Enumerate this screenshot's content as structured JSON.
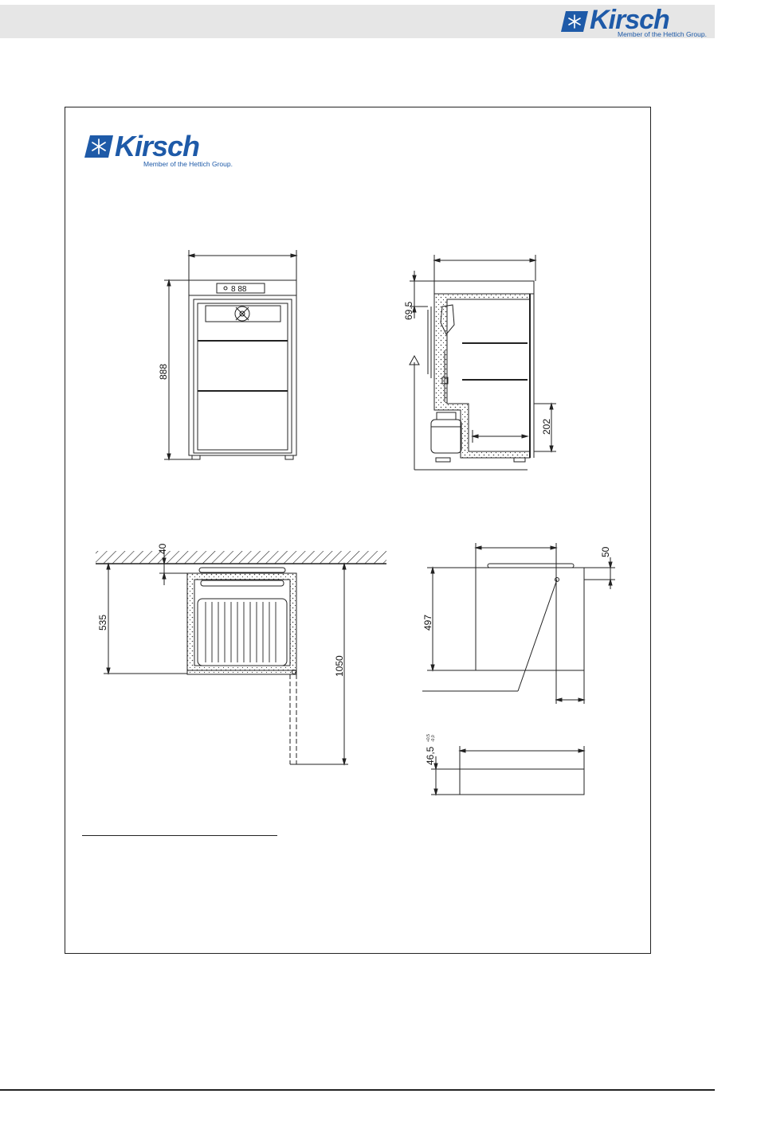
{
  "header": {
    "logo_brand": "Kirsch",
    "logo_tagline": "Member of the Hettich Group."
  },
  "card_logo": {
    "brand": "Kirsch",
    "tagline": "Member of the Hettich Group."
  },
  "front_view": {
    "height_label": "888",
    "display_text": "8 88"
  },
  "side_view": {
    "top_offset_label": "69.5",
    "inner_height_label": "202"
  },
  "top_view": {
    "wall_gap_label": "40",
    "depth_label": "535",
    "door_swing_label": "1050"
  },
  "right_view": {
    "offset_label": "50",
    "height_label": "497"
  },
  "plinth_view": {
    "height_label": "46,5",
    "tolerance_upper": "+0,5",
    "tolerance_lower": "-0,0"
  },
  "colors": {
    "brand_blue": "#1e5aa8",
    "header_gray": "#e6e6e6",
    "line": "#222222"
  }
}
